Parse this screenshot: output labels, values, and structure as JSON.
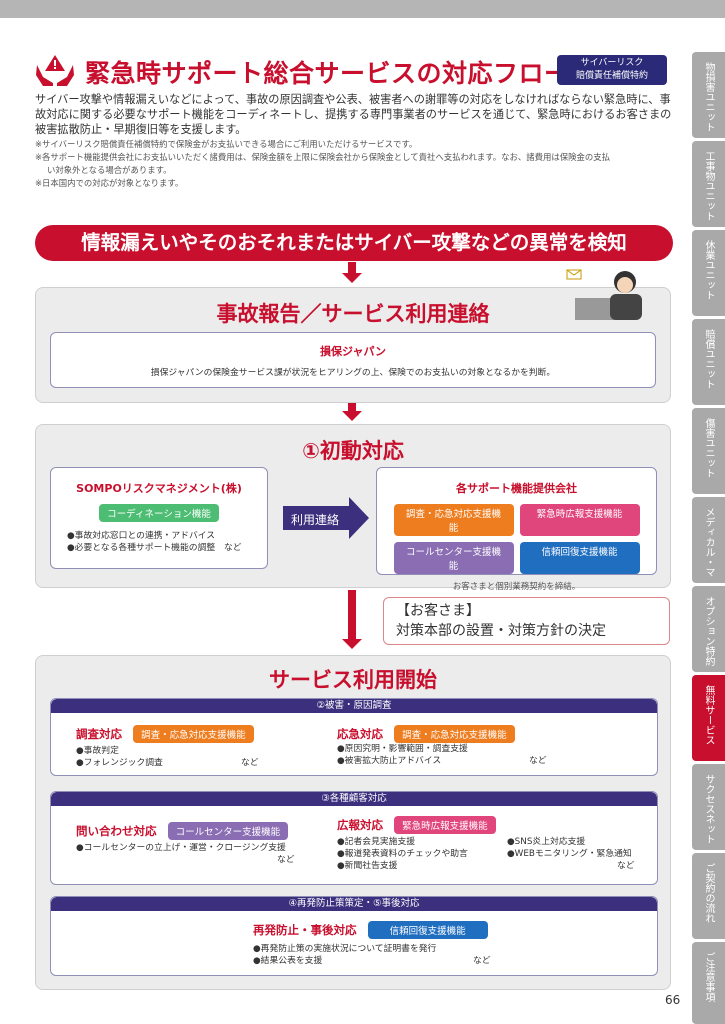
{
  "header": {
    "title": "緊急時サポート総合サービスの対応フロー",
    "badge_line1": "サイバーリスク",
    "badge_line2": "賠償責任補償特約"
  },
  "intro": "サイバー攻撃や情報漏えいなどによって、事故の原因調査や公表、被害者への謝罪等の対応をしなければならない緊急時に、事故対応に関する必要なサポート機能をコーディネートし、提携する専門事業者のサービスを通じて、緊急時におけるお客さまの被害拡散防止・早期復旧等を支援します。",
  "notes": [
    "※サイバーリスク賠償責任補償特約で保険金がお支払いできる場合にご利用いただけるサービスです。",
    "※各サポート機能提供会社にお支払いいただく諸費用は、保険金額を上限に保険会社から保険金として貴社へ支払われます。なお、諸費用は保険金の支払",
    "い対象外となる場合があります。",
    "※日本国内での対応が対象となります。"
  ],
  "banner": "情報漏えいやそのおそれまたはサイバー攻撃などの異常を検知",
  "step_report": {
    "title": "事故報告／サービス利用連絡",
    "company": "損保ジャパン",
    "desc": "損保ジャパンの保険金サービス課が状況をヒアリングの上、保険でのお支払いの対象となるかを判断。"
  },
  "step_initial": {
    "title": "①初動対応",
    "left_company": "SOMPOリスクマネジメント(株)",
    "left_tag": "コーディネーション機能",
    "left_items": [
      "●事故対応窓口との連携・アドバイス",
      "●必要となる各種サポート機能の調整　など"
    ],
    "arrow_label": "利用連絡",
    "right_company": "各サポート機能提供会社",
    "tags": [
      "調査・応急対応支援機能",
      "緊急時広報支援機能",
      "コールセンター支援機能",
      "信頼回復支援機能"
    ],
    "right_note": "お客さまと個別業務契約を締結。"
  },
  "callout": {
    "line1": "【お客さま】",
    "line2": "対策本部の設置・対策方針の決定"
  },
  "service": {
    "title": "サービス利用開始",
    "s2": {
      "header": "②被害・原因調査",
      "a_label": "調査対応",
      "a_tag": "調査・応急対応支援機能",
      "a_items": [
        "●事故判定",
        "●フォレンジック調査"
      ],
      "a_etc": "など",
      "b_label": "応急対応",
      "b_tag": "調査・応急対応支援機能",
      "b_items": [
        "●原因究明・影響範囲・調査支援",
        "●被害拡大防止アドバイス"
      ],
      "b_etc": "など"
    },
    "s3": {
      "header": "③各種顧客対応",
      "a_label": "問い合わせ対応",
      "a_tag": "コールセンター支援機能",
      "a_items": [
        "●コールセンターの立上げ・運営・クロージング支援"
      ],
      "a_etc": "など",
      "b_label": "広報対応",
      "b_tag": "緊急時広報支援機能",
      "b_items": [
        "●記者会見実施支援",
        "●報道発表資料のチェックや助言",
        "●新聞社告支援"
      ],
      "b_items2": [
        "●SNS炎上対応支援",
        "●WEBモニタリング・緊急通知"
      ],
      "b_etc": "など"
    },
    "s4": {
      "header": "④再発防止策策定・⑤事後対応",
      "label": "再発防止・事後対応",
      "tag": "信頼回復支援機能",
      "items": [
        "●再発防止策の実施状況について証明書を発行",
        "●結果公表を支援"
      ],
      "etc": "など"
    }
  },
  "side_tabs": [
    "物損害ユニット",
    "工事物ユニット",
    "休業ユニット",
    "賠償ユニット",
    "傷害ユニット",
    "メディカル・マスター",
    "オプション特約",
    "無料サービス",
    "サクセスネット",
    "ご契約の流れ",
    "ご注意事項"
  ],
  "page_number": "66"
}
